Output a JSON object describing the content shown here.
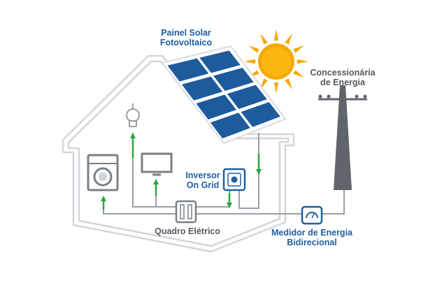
{
  "labels": {
    "panel_line1": "Painel Solar",
    "panel_line2": "Fotovoltaico",
    "utility_line1": "Concessionária",
    "utility_line2": "de Energia",
    "inverter_line1": "Inversor",
    "inverter_line2": "On Grid",
    "breaker_box": "Quadro Elétrico",
    "meter_line1": "Medidor de Energia",
    "meter_line2": "Bidirecional"
  },
  "colors": {
    "blue_text": "#1f5fa0",
    "gray_text": "#555a60",
    "panel_cell": "#1d5b9c",
    "sun": "#f5a800",
    "arrow": "#2aa63a",
    "wire": "#9aa0a6",
    "house_outline": "#d2d6da",
    "pole": "#5f656b"
  },
  "icons": [
    "solar-panel-icon",
    "sun-icon",
    "light-bulb-icon",
    "tv-monitor-icon",
    "washing-machine-icon",
    "inverter-icon",
    "breaker-box-icon",
    "energy-meter-icon",
    "utility-pole-icon"
  ]
}
